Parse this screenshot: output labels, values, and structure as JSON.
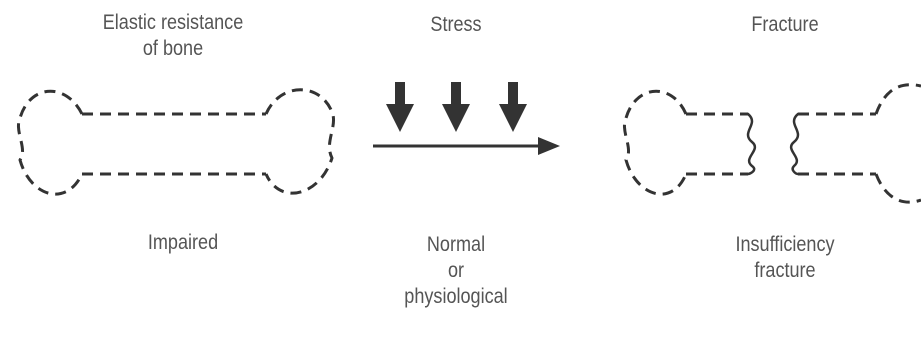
{
  "colors": {
    "stroke": "#333333",
    "text": "#555555",
    "background": "#ffffff"
  },
  "panels": {
    "left": {
      "top_label": [
        "Elastic resistance",
        "of bone"
      ],
      "bottom_label": [
        "Impaired"
      ]
    },
    "middle": {
      "top_label": [
        "Stress"
      ],
      "bottom_label": [
        "Normal",
        "or",
        "physiological"
      ]
    },
    "right": {
      "top_label": [
        "Fracture"
      ],
      "bottom_label": [
        "Insufficiency",
        "fracture"
      ]
    }
  }
}
